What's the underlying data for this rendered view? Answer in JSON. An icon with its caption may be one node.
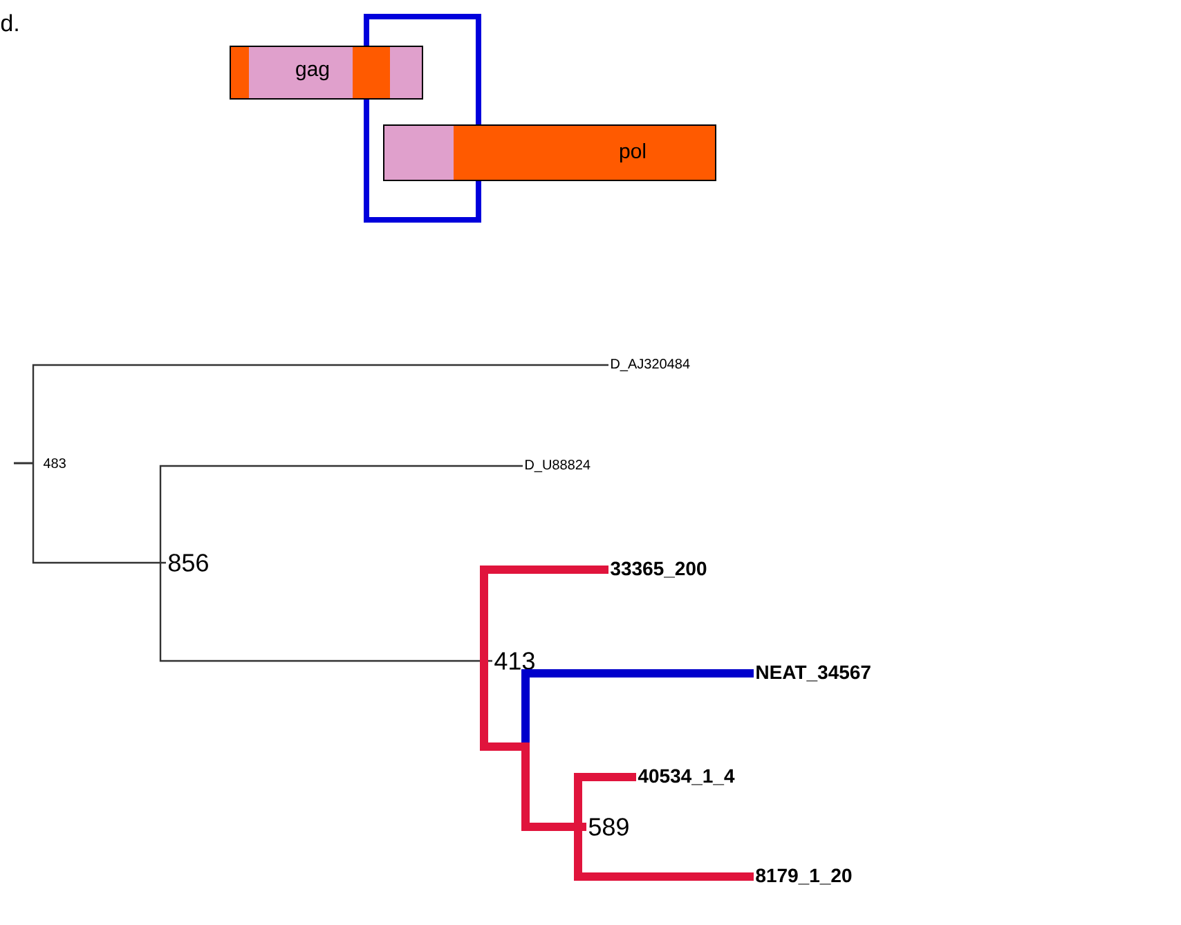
{
  "diagram": {
    "nodes": [
      {
        "text": [
          "gag"
        ]
      },
      {
        "text": [
          "pol"
        ]
      },
      {
        "text": [
          "483"
        ]
      },
      {
        "text": [
          "D_AJ320484"
        ]
      },
      {
        "text": [
          "856"
        ]
      },
      {
        "text": [
          "D_U88824"
        ]
      },
      {
        "text": [
          "413"
        ]
      },
      {
        "text": [
          "33365_200"
        ]
      },
      {
        "text": [
          "NEAT_34567"
        ]
      },
      {
        "text": [
          "589"
        ]
      },
      {
        "text": [
          "40534_1_4"
        ]
      },
      {
        "text": [
          "8179_1_20"
        ]
      }
    ],
    "edges": [
      {
        "from": 2,
        "to": 3,
        "arrow": "none"
      },
      {
        "from": 2,
        "to": 4,
        "arrow": "none"
      },
      {
        "from": 4,
        "to": 5,
        "arrow": "none"
      },
      {
        "from": 4,
        "to": 6,
        "arrow": "none"
      },
      {
        "from": 6,
        "to": 8,
        "arrow": "none",
        "color": "#0000cc"
      },
      {
        "from": 6,
        "to": 7,
        "arrow": "none",
        "color": "#e0143c"
      },
      {
        "from": 6,
        "to": 9,
        "arrow": "none",
        "color": "#e0143c"
      },
      {
        "from": 9,
        "to": 10,
        "arrow": "none",
        "color": "#e0143c"
      },
      {
        "from": 9,
        "to": 11,
        "arrow": "none",
        "color": "#e0143c"
      }
    ],
    "labels": [
      "d."
    ]
  }
}
